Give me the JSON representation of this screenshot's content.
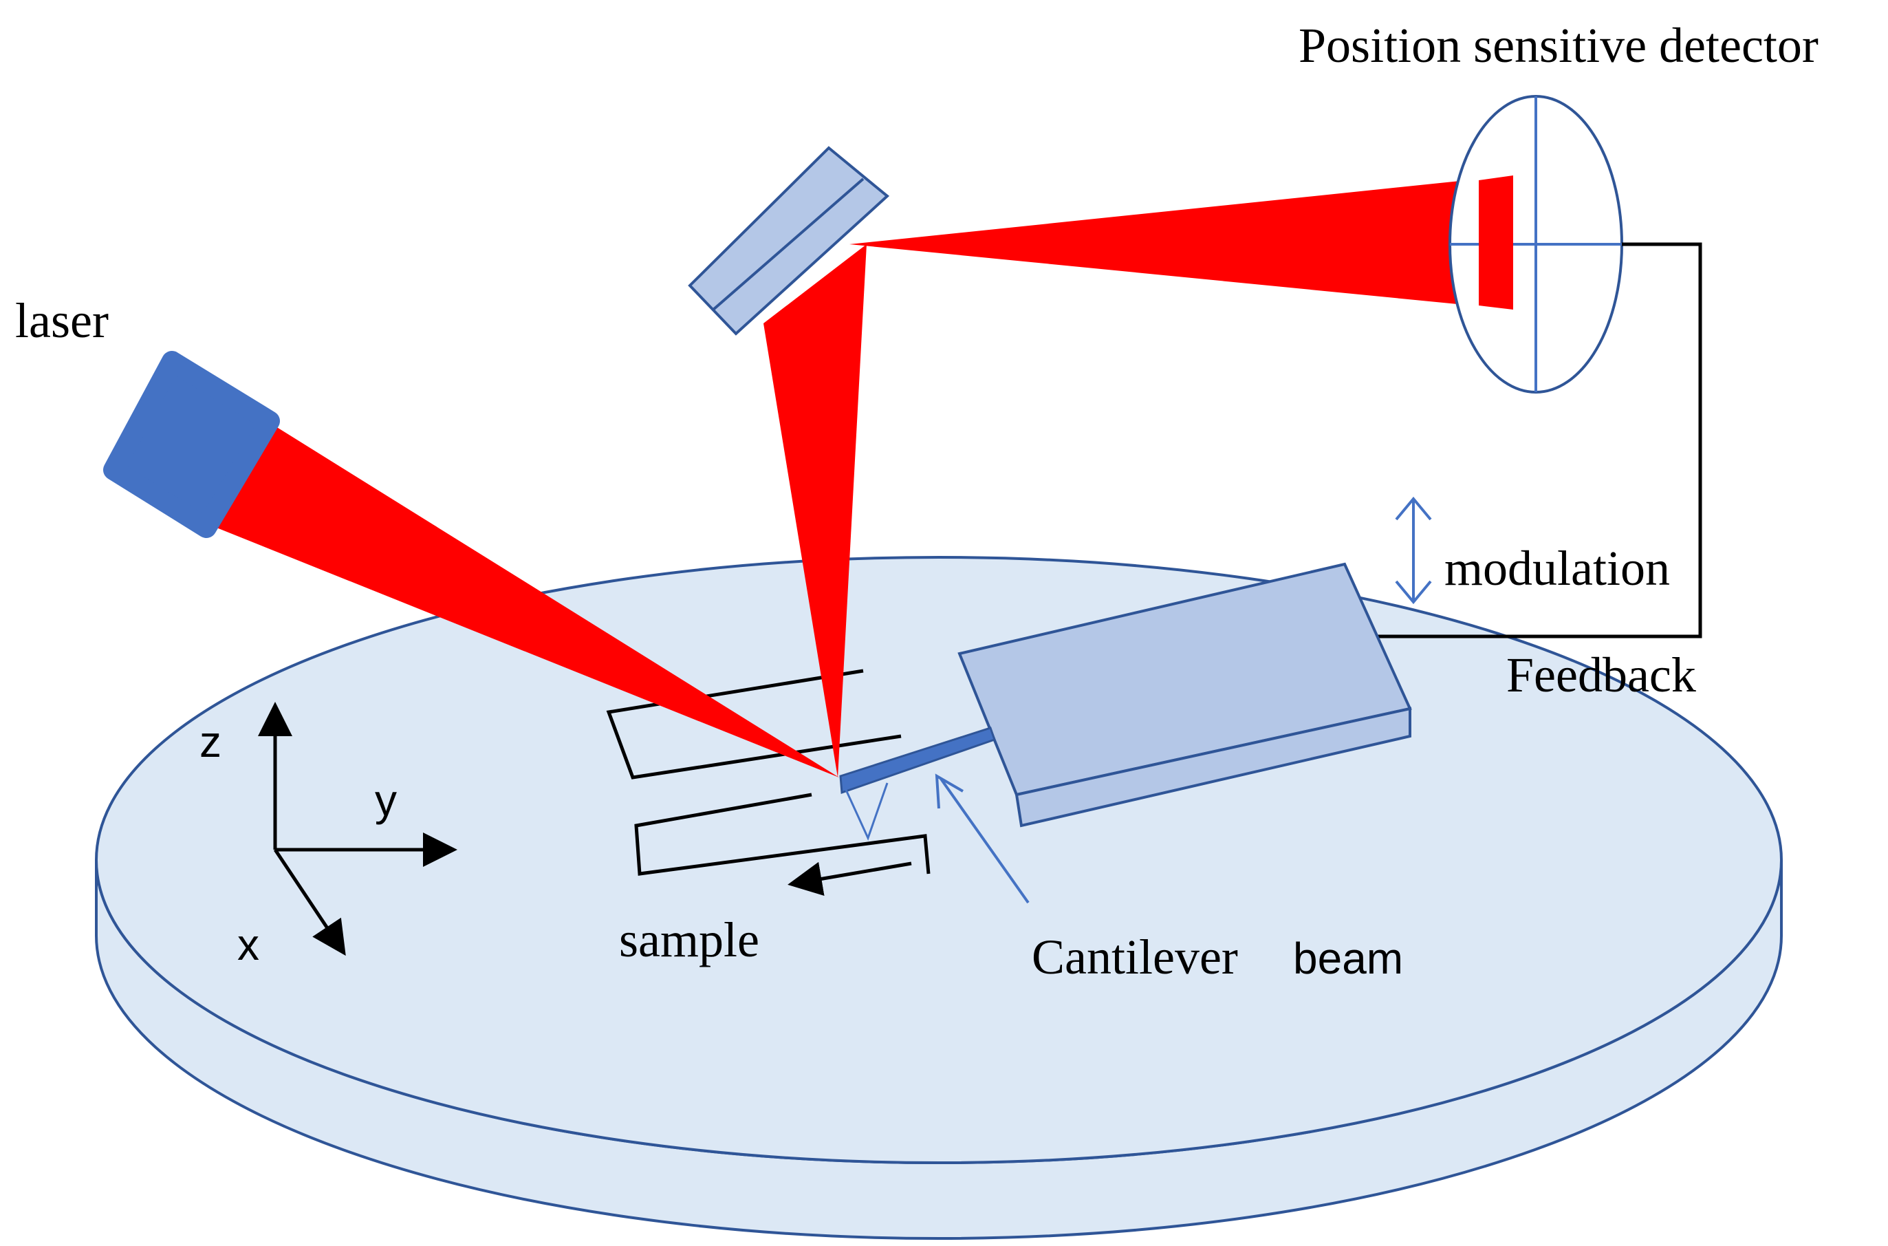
{
  "labels": {
    "laser": "laser",
    "detector": "Position sensitive detector",
    "modulation": "modulation",
    "feedback": "Feedback",
    "sample": "sample",
    "cantilever_word": "Cantilever",
    "beam_word": "beam",
    "axis_z": "z",
    "axis_y": "y",
    "axis_x": "x"
  },
  "colors": {
    "laser_beam": "#ff0000",
    "laser_body": "#4472c4",
    "stage_fill": "#dce8f5",
    "stage_stroke": "#2f5597",
    "holder_fill": "#b4c7e7",
    "mirror_fill": "#b4c7e7",
    "outline": "#2f5597",
    "arrow_blue": "#4472c4",
    "black": "#000000"
  }
}
